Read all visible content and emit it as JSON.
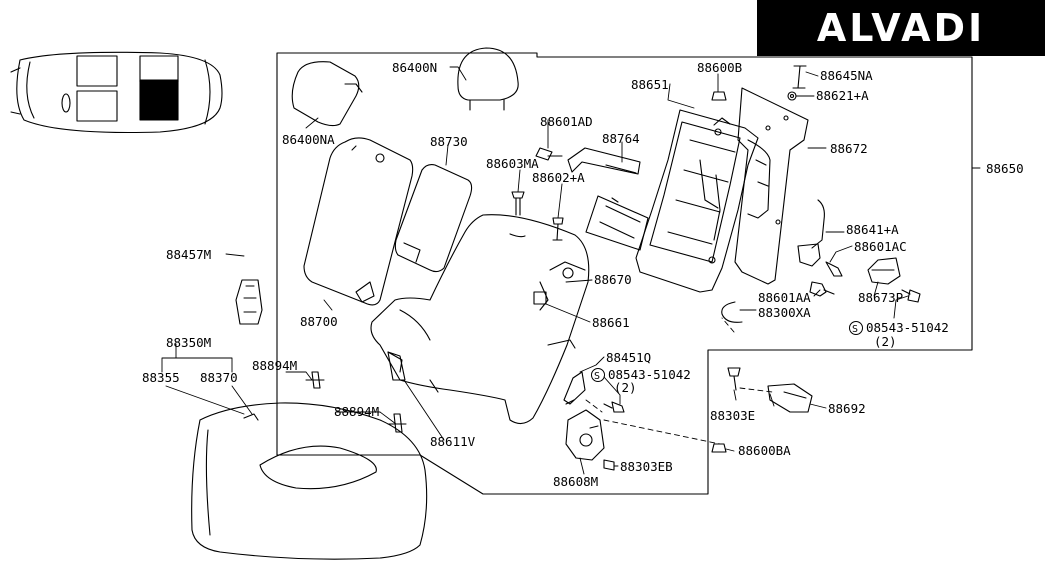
{
  "brand": {
    "name": "ALVADI",
    "background": "#000000",
    "color": "#ffffff"
  },
  "diagram": {
    "line_color": "#000000",
    "parts": {
      "p86400N": "86400N",
      "p86400NA": "86400NA",
      "p88651": "88651",
      "p88600B": "88600B",
      "p88645NA": "88645NA",
      "p88621A": "88621+A",
      "p88601AD": "88601AD",
      "p88764": "88764",
      "p88672": "88672",
      "p88650": "88650",
      "p88730": "88730",
      "p88603MA": "88603MA",
      "p88602A": "88602+A",
      "p88641A": "88641+A",
      "p88601AC": "88601AC",
      "p88457M": "88457M",
      "p88670": "88670",
      "p88601AA": "88601AA",
      "p88300XA": "88300XA",
      "p88673P": "88673P",
      "p08543_a": "08543-51042",
      "p08543_a_qty": "(2)",
      "p88700": "88700",
      "p88661": "88661",
      "p88350M": "88350M",
      "p88355": "88355",
      "p88370": "88370",
      "p88894M_a": "88894M",
      "p88451Q": "88451Q",
      "p08543_b": "08543-51042",
      "p08543_b_qty": "(2)",
      "p88303E": "88303E",
      "p88692": "88692",
      "p88894M_b": "88894M",
      "p88611V": "88611V",
      "p88600BA": "88600BA",
      "p88303EB": "88303EB",
      "p88608M": "88608M"
    }
  }
}
